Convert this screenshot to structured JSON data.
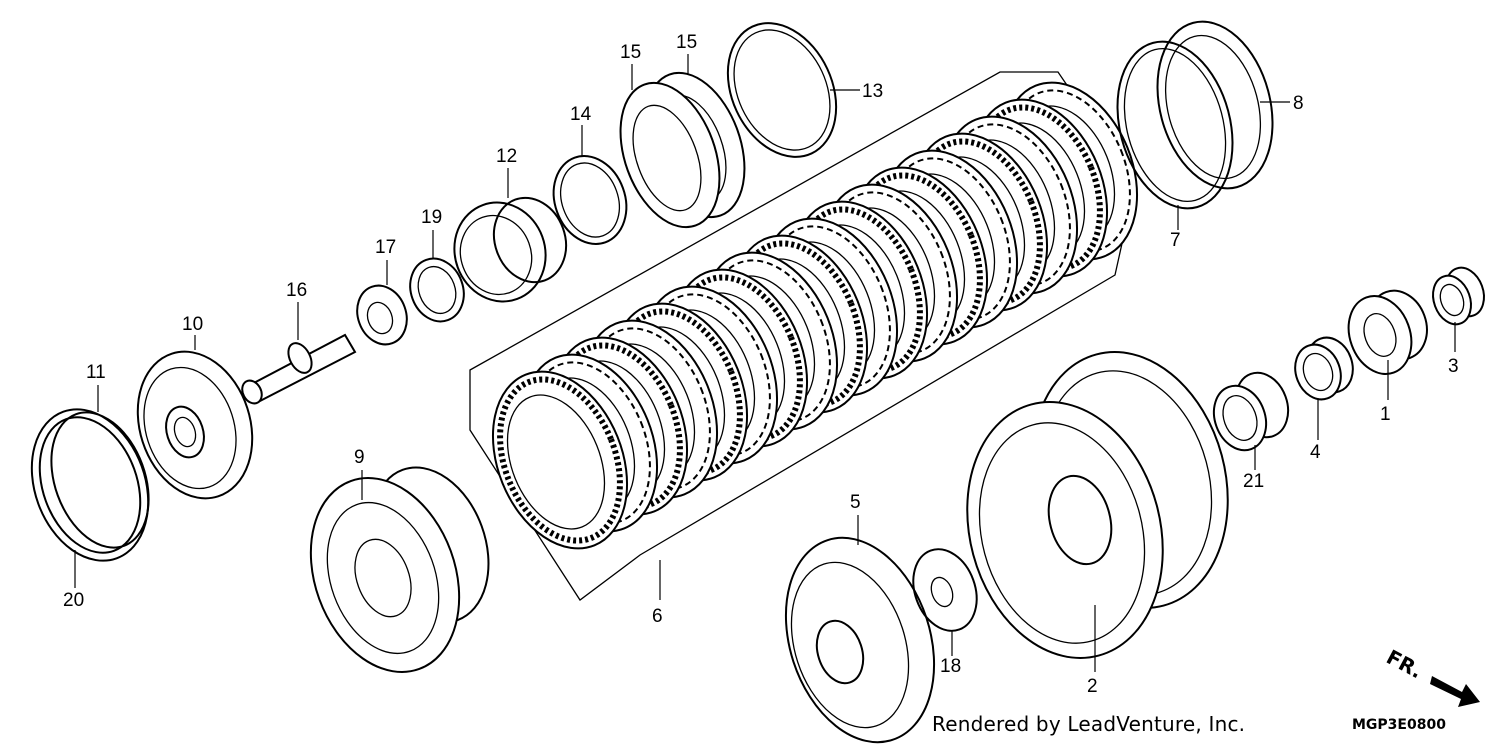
{
  "diagram": {
    "parts": [
      {
        "key": "p1",
        "label": "1"
      },
      {
        "key": "p2",
        "label": "2"
      },
      {
        "key": "p3",
        "label": "3"
      },
      {
        "key": "p4",
        "label": "4"
      },
      {
        "key": "p5",
        "label": "5"
      },
      {
        "key": "p6",
        "label": "6"
      },
      {
        "key": "p7",
        "label": "7"
      },
      {
        "key": "p8",
        "label": "8"
      },
      {
        "key": "p9",
        "label": "9"
      },
      {
        "key": "p10",
        "label": "10"
      },
      {
        "key": "p11",
        "label": "11"
      },
      {
        "key": "p12",
        "label": "12"
      },
      {
        "key": "p13",
        "label": "13"
      },
      {
        "key": "p14",
        "label": "14"
      },
      {
        "key": "p15a",
        "label": "15"
      },
      {
        "key": "p15b",
        "label": "15"
      },
      {
        "key": "p16",
        "label": "16"
      },
      {
        "key": "p17",
        "label": "17"
      },
      {
        "key": "p18",
        "label": "18"
      },
      {
        "key": "p19",
        "label": "19"
      },
      {
        "key": "p20",
        "label": "20"
      },
      {
        "key": "p21",
        "label": "21"
      }
    ]
  },
  "footer": {
    "credit": "Rendered by LeadVenture, Inc.",
    "diagram_code": "MGP3E0800",
    "direction_label": "FR."
  }
}
